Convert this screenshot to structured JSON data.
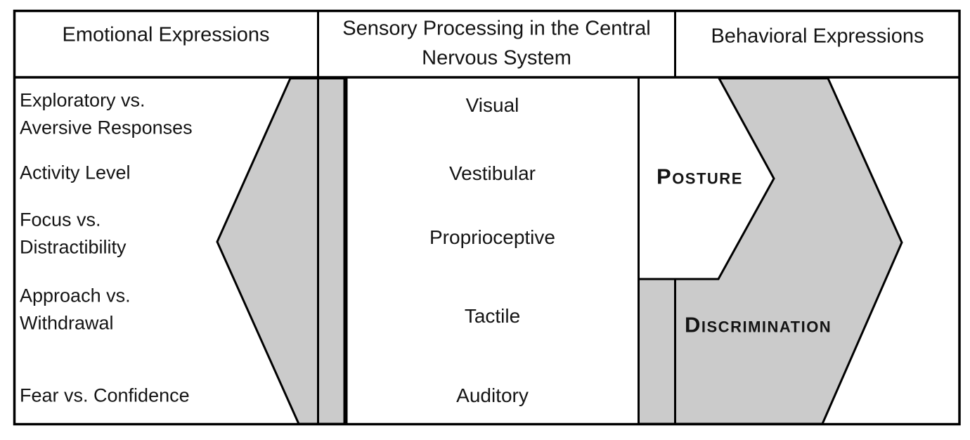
{
  "figure_title": "Sensory processing diagram",
  "colors": {
    "arrow_fill": "#cbcbcb",
    "line": "#000000",
    "text": "#141414",
    "background": "#ffffff"
  },
  "header": {
    "emotional": "Emotional Expressions",
    "sensory_line1": "Sensory Processing in the Central",
    "sensory_line2": "Nervous System",
    "behavioral": "Behavioral Expressions"
  },
  "emotional_items": [
    {
      "line1": "Exploratory vs.",
      "line2": "Aversive Responses"
    },
    {
      "line1": "Activity Level",
      "line2": ""
    },
    {
      "line1": "Focus vs.",
      "line2": "Distractibility"
    },
    {
      "line1": "Approach vs.",
      "line2": "Withdrawal"
    },
    {
      "line1": "Fear vs. Confidence",
      "line2": ""
    }
  ],
  "sensory_items": [
    "Visual",
    "Vestibular",
    "Proprioceptive",
    "Tactile",
    "Auditory"
  ],
  "behavioral_labels": {
    "posture": {
      "initial": "P",
      "rest": "OSTURE"
    },
    "discrimination": {
      "initial": "D",
      "rest": "ISCRIMINATION"
    }
  }
}
